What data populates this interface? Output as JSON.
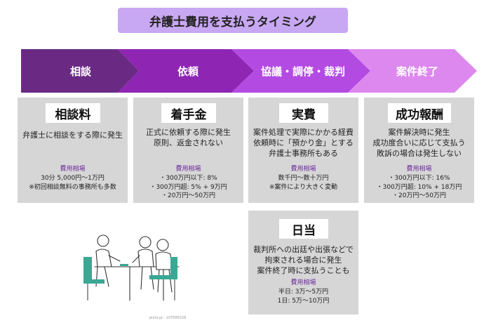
{
  "title": "弁護士費用を支払うタイミング",
  "flow": {
    "steps": [
      {
        "label": "相談",
        "color": "#6a2a84"
      },
      {
        "label": "依頼",
        "color": "#8e26b3"
      },
      {
        "label": "協議・調停・裁判",
        "color": "#b34be3"
      },
      {
        "label": "案件終了",
        "color": "#dd88ee"
      }
    ]
  },
  "cards": {
    "consult": {
      "title": "相談料",
      "desc": [
        "弁護士に相談をする際に発生"
      ],
      "fee_label": "費用相場",
      "fees": [
        "30分 5,000円〜1万円",
        "※初回相談無料の事務所も多数"
      ]
    },
    "retainer": {
      "title": "着手金",
      "desc": [
        "正式に依頼する際に発生",
        "原則、返金されない"
      ],
      "fee_label": "費用相場",
      "fees": [
        "・300万円以下: 8%",
        "・300万円超: 5% + 9万円",
        "・20万円〜50万円"
      ]
    },
    "expenses": {
      "title": "実費",
      "desc": [
        "案件処理で実際にかかる経費",
        "依頼時に「預かり金」とする",
        "弁護士事務所もある"
      ],
      "fee_label": "費用相場",
      "fees": [
        "数千円〜数十万円",
        "※案件により大きく変動"
      ]
    },
    "success": {
      "title": "成功報酬",
      "desc": [
        "案件解決時に発生",
        "成功度合いに応じて支払う",
        "敗訴の場合は発生しない"
      ],
      "fee_label": "費用相場",
      "fees": [
        "・300万円以下: 16%",
        "・300万円超: 10% + 18万円",
        "・20万円〜50万円"
      ]
    },
    "daily": {
      "title": "日当",
      "desc": [
        "裁判所への出廷や出張などで",
        "拘束される場合に発生",
        "案件終了時に支払うことも"
      ],
      "fee_label": "費用相場",
      "fees": [
        "半日: 3万〜5万円",
        "1日: 5万〜10万円"
      ]
    }
  },
  "illustration": {
    "credit": "pixta.jp - 107688328"
  },
  "colors": {
    "card_bg": "#d6d6d6",
    "title_bg": "#c8a8f2",
    "fee_label": "#6e2b9c"
  }
}
